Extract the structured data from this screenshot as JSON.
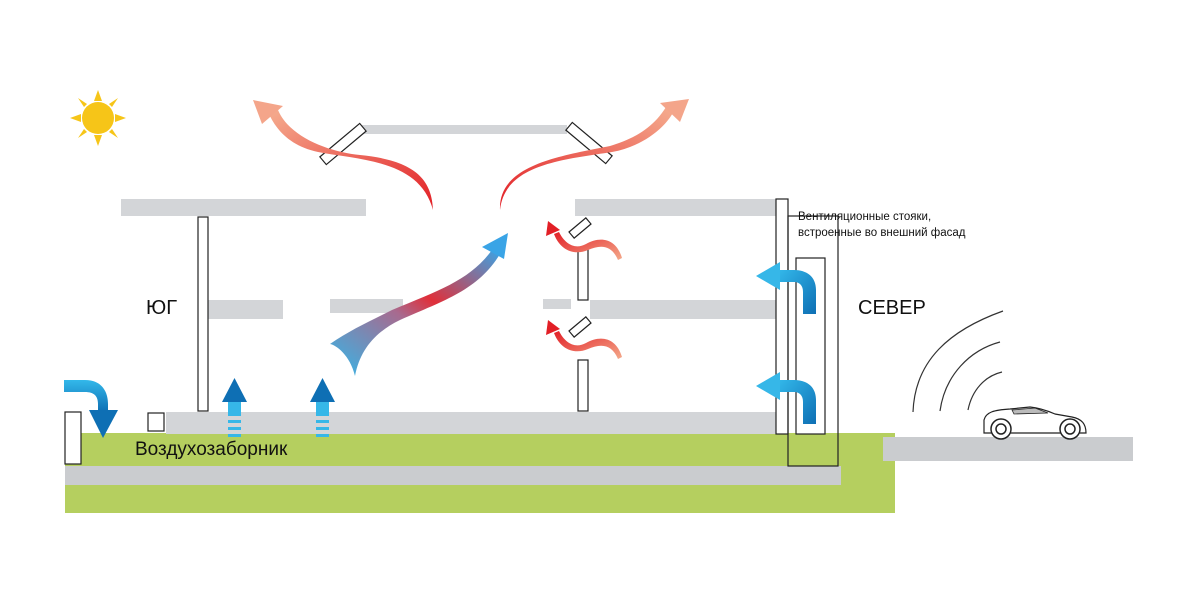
{
  "labels": {
    "south": "ЮГ",
    "north": "СЕВЕР",
    "air_intake": "Воздухозаборник",
    "risers_line1": "Вентиляционные стояки,",
    "risers_line2": "встроенные во внешний фасад"
  },
  "colors": {
    "slab": "#d3d5d8",
    "grass": "#b5cf5f",
    "ground": "#cacccf",
    "sun": "#f6c518",
    "hot_air": "#e8222a",
    "warm_air_light": "#f4a98a",
    "cool_air": "#36b7e8",
    "cool_air_dark": "#0e6fb4",
    "outline": "#222222"
  },
  "icons": {
    "sun": "sun-icon",
    "car": "car-icon"
  }
}
